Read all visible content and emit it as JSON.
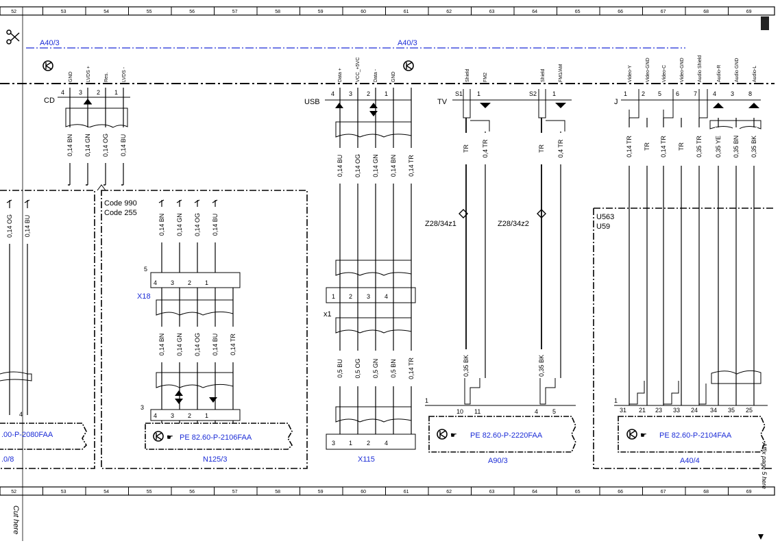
{
  "ruler": {
    "top": [
      "52",
      "53",
      "54",
      "55",
      "56",
      "57",
      "58",
      "59",
      "60",
      "61",
      "62",
      "63",
      "64",
      "65",
      "66",
      "67",
      "68",
      "69"
    ],
    "bottom": [
      "52",
      "53",
      "54",
      "55",
      "56",
      "57",
      "58",
      "59",
      "60",
      "61",
      "62",
      "63",
      "64",
      "65",
      "66",
      "67",
      "68",
      "69"
    ]
  },
  "labels": {
    "a40_3_left": "A40/3",
    "a40_3_right": "A40/3",
    "cd": "CD",
    "usb": "USB",
    "tv": "TV",
    "j": "J",
    "code990": "Code 990",
    "code255": "Code 255",
    "u563": "U563",
    "u59": "U59",
    "x18": "X18",
    "x1": "x1",
    "z28_1": "Z28/34z1",
    "z28_2": "Z28/34z2",
    "n125_3": "N125/3",
    "x115": "X115",
    "a90_3": "A90/3",
    "a40_4": "A40/4",
    "left_ref": ".0/8",
    "cut_here": "Cut here",
    "affix": "Affix page 5 here"
  },
  "refs": {
    "left": ".00-P-2080FAA",
    "n125": "PE 82.60-P-2106FAA",
    "a90": "PE 82.60-P-2220FAA",
    "a40": "PE 82.60-P-2104FAA"
  },
  "connectors": {
    "cd": {
      "pins": [
        "4",
        "3",
        "2",
        "1"
      ],
      "signals": [
        "GND",
        "LVDS +",
        "Res.",
        "LVDS -"
      ]
    },
    "usb": {
      "pins": [
        "4",
        "3",
        "2",
        "1"
      ],
      "signals": [
        "Data +",
        "VCC_+5VC",
        "Data -",
        "GND"
      ]
    },
    "tv": {
      "pins": [
        "S1",
        "1",
        "S2",
        "1"
      ],
      "signals": [
        "Shield",
        "FM2",
        "Shield",
        "FM1/AM"
      ]
    },
    "j": {
      "pins": [
        "1",
        "2",
        "5",
        "6",
        "7",
        "4",
        "3",
        "8"
      ],
      "signals": [
        "Video-Y",
        "Video-GND",
        "Video-C",
        "Video-GND",
        "Audio Shield",
        "Audio-R",
        "Audio GND",
        "Audio-L"
      ]
    },
    "x18_top": {
      "pins": [
        "4",
        "3",
        "2",
        "1"
      ],
      "side": "5"
    },
    "x18_bot": {
      "pins": [
        "4",
        "3",
        "2",
        "1"
      ],
      "side": "3"
    },
    "x1": {
      "pins": [
        "1",
        "2",
        "3",
        "4"
      ]
    },
    "x115": {
      "pins": [
        "3",
        "1",
        "2",
        "4"
      ]
    },
    "a90": {
      "pins": [
        "10",
        "11",
        "4",
        "5"
      ],
      "side": "1"
    },
    "a40": {
      "pins": [
        "31",
        "21",
        "23",
        "33",
        "24",
        "34",
        "35",
        "25"
      ],
      "side": "1"
    },
    "left": {
      "pins": [
        "4"
      ]
    }
  },
  "wires": {
    "cd": [
      "0,14 BN",
      "0,14 GN",
      "0,14 OG",
      "0,14 BU"
    ],
    "left": [
      "0,14 OG",
      "0,14 BU"
    ],
    "n125_top": [
      "0,14 BN",
      "0,14 GN",
      "0,14 OG",
      "0,14 BU"
    ],
    "n125_bot": [
      "0,14 BN",
      "0,14 GN",
      "0,14 OG",
      "0,14 BU",
      "0,14 TR"
    ],
    "usb_top": [
      "0,14 BU",
      "0,14 OG",
      "0,14 GN",
      "0,14 BN",
      "0,14 TR"
    ],
    "usb_bot": [
      "0,5 BU",
      "0,5 OG",
      "0,5 GN",
      "0,5 BN",
      "0,14 TR"
    ],
    "tv_top": [
      "TR",
      "0,4 TR",
      "TR",
      "0,4 TR"
    ],
    "tv_bot": [
      "0,35 BK",
      "0,35 BK"
    ],
    "j": [
      "0,14 TR",
      "TR",
      "0,14 TR",
      "TR",
      "0,35 TR",
      "0,35 YE",
      "0,35 BN",
      "0,35 BK"
    ]
  }
}
